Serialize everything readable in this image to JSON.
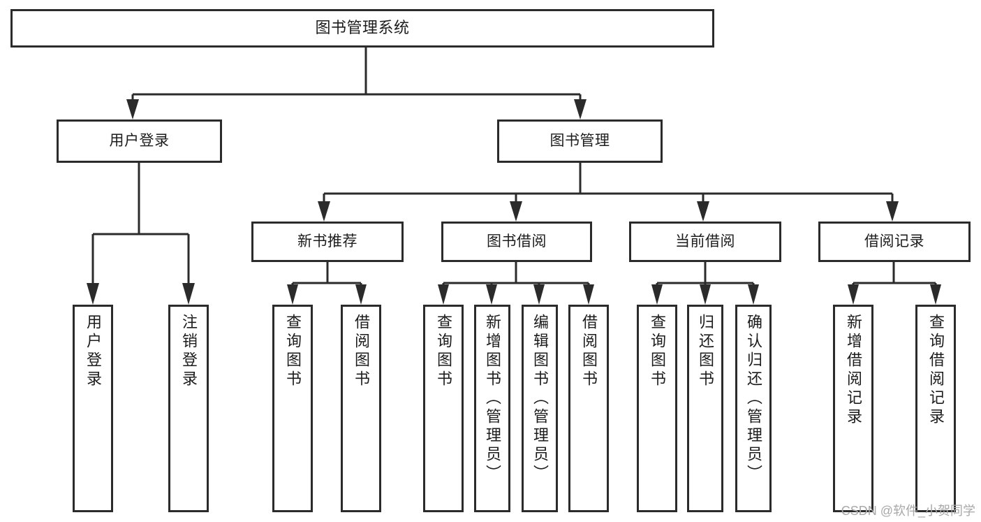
{
  "diagram": {
    "title": "图书管理系统",
    "type": "tree",
    "watermark": "CSDN @软件_小贺同学",
    "colors": {
      "box_border": "#2b2b2b",
      "box_fill": "#ffffff",
      "connector": "#2b2b2b",
      "text": "#1c1c1c",
      "watermark": "#a8a8a8"
    },
    "nodes": {
      "root": {
        "label": "图书管理系统"
      },
      "level2": [
        {
          "id": "user-login",
          "label": "用户登录"
        },
        {
          "id": "book-management",
          "label": "图书管理"
        }
      ],
      "level3": [
        {
          "id": "new-book-recommend",
          "label": "新书推荐"
        },
        {
          "id": "book-borrow",
          "label": "图书借阅"
        },
        {
          "id": "current-borrow",
          "label": "当前借阅"
        },
        {
          "id": "borrow-record",
          "label": "借阅记录"
        }
      ],
      "leaves": {
        "user_login": [
          {
            "id": "leaf-user-login",
            "label": "用户登录"
          },
          {
            "id": "leaf-logout-login",
            "label": "注销登录"
          }
        ],
        "new_book_recommend": [
          {
            "id": "leaf-query-book-1",
            "label": "查询图书"
          },
          {
            "id": "leaf-borrow-book-1",
            "label": "借阅图书"
          }
        ],
        "book_borrow": [
          {
            "id": "leaf-query-book-2",
            "label": "查询图书"
          },
          {
            "id": "leaf-add-book",
            "label": "新增图书（管理员）"
          },
          {
            "id": "leaf-edit-book",
            "label": "编辑图书（管理员）"
          },
          {
            "id": "leaf-borrow-book-2",
            "label": "借阅图书"
          }
        ],
        "current_borrow": [
          {
            "id": "leaf-query-book-3",
            "label": "查询图书"
          },
          {
            "id": "leaf-return-book",
            "label": "归还图书"
          },
          {
            "id": "leaf-confirm-return",
            "label": "确认归还（管理员）"
          }
        ],
        "borrow_record": [
          {
            "id": "leaf-add-record",
            "label": "新增借阅记录"
          },
          {
            "id": "leaf-query-record",
            "label": "查询借阅记录"
          }
        ]
      }
    }
  }
}
